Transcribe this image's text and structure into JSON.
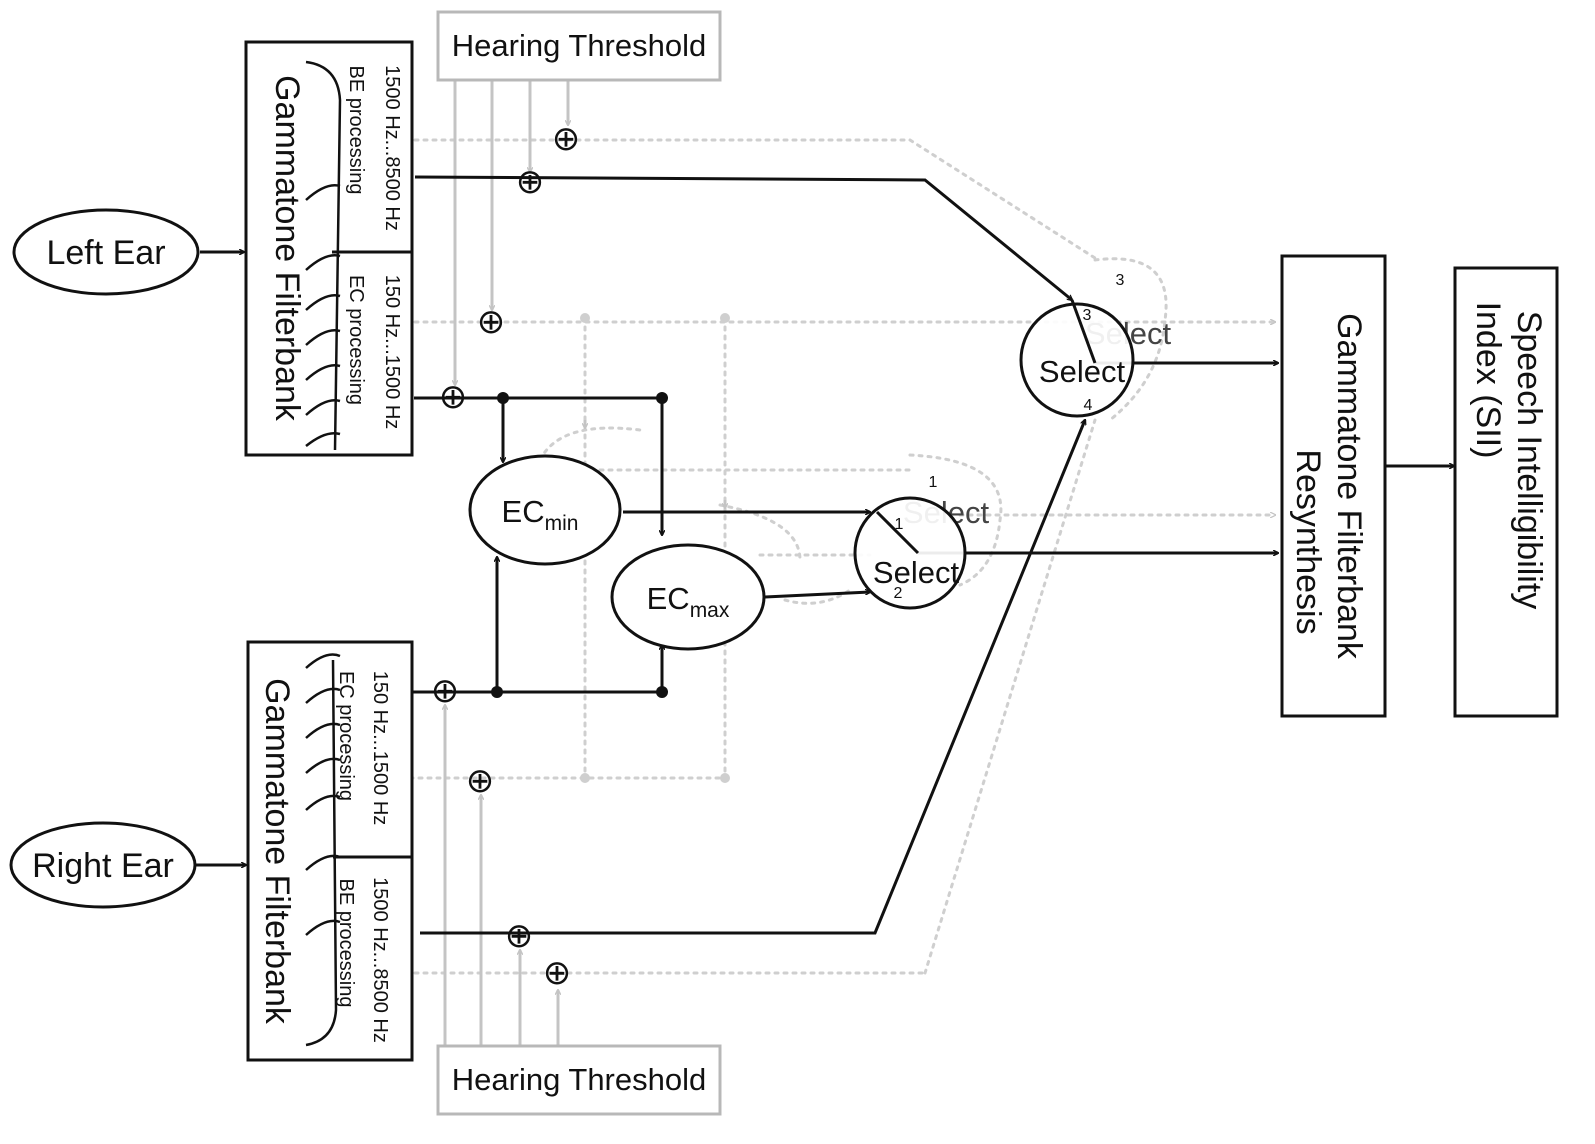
{
  "inputs": {
    "left_ear": "Left Ear",
    "right_ear": "Right Ear"
  },
  "hearing_threshold": {
    "top": "Hearing Threshold",
    "bottom": "Hearing Threshold"
  },
  "filterbank_left": {
    "title": "Gammatone Filterbank",
    "be_range": "1500 Hz...8500 Hz",
    "be_label": "BE processing",
    "ec_range": "150 Hz...1500 Hz",
    "ec_label": "EC processing"
  },
  "filterbank_right": {
    "title": "Gammatone Filterbank",
    "ec_range": "150 Hz...1500 Hz",
    "ec_label": "EC processing",
    "be_range": "1500 Hz...8500 Hz",
    "be_label": "BE processing"
  },
  "ec_min": {
    "base": "EC",
    "sub": "min"
  },
  "ec_max": {
    "base": "EC",
    "sub": "max"
  },
  "select_low": {
    "label": "Select",
    "ghost_label": "Select",
    "port_a": "1",
    "port_b": "2",
    "ghost_port": "1"
  },
  "select_high": {
    "label": "Select",
    "ghost_label": "Select",
    "port_a": "3",
    "port_b": "4",
    "ghost_port": "3"
  },
  "resynthesis": {
    "line1": "Gammatone Filterbank",
    "line2": "Resynthesis"
  },
  "sii": {
    "line1": "Speech Intelligibility",
    "line2": "Index  (SII)"
  },
  "adder_symbol": "⊕"
}
